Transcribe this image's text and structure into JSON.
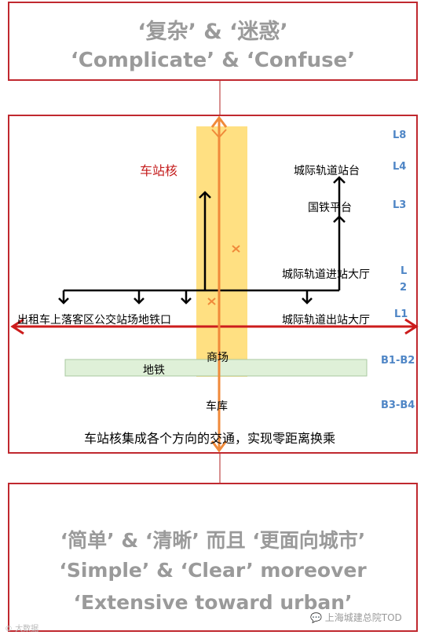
{
  "top_panel": {
    "title_cn": "‘复杂’ & ‘迷惑’",
    "title_en": "‘Complicate’ & ‘Confuse’"
  },
  "bottom_panel": {
    "title_cn": "‘简单’ & ‘清晰’ 而且 ‘更面向城市’",
    "title_en_1": "‘Simple’ & ‘Clear’ moreover",
    "title_en_2": "‘Extensive toward urban’"
  },
  "diagram": {
    "station_core": "车站核",
    "intercity_platform": "城际轨道站台",
    "national_rail_platform": "国铁平台",
    "intercity_entry_hall": "城际轨道进站大厅",
    "ground_left": "出租车上落客区公交站场地铁口",
    "intercity_exit_hall": "城际轨道出站大厅",
    "mall": "商场",
    "subway": "地铁",
    "garage": "车库",
    "caption": "车站核集成各个方向的交通，实现零距离换乘",
    "floors": {
      "l8": "L8",
      "l4": "L4",
      "l3": "L3",
      "l2_a": "L",
      "l2_b": "2",
      "l1": "L1",
      "b1b2": "B1-B2",
      "b3b4": "B3-B4"
    }
  },
  "watermarks": {
    "right": "上海城建总院TOD",
    "left": "© 大数据"
  },
  "colors": {
    "frame": "#c0282f",
    "core": "#ffe082",
    "vertical_arrow": "#f08a3a",
    "horizontal_arrow": "#cc1c1c",
    "floor_label": "#4f86c6",
    "subway_band": "#dff0d8"
  }
}
